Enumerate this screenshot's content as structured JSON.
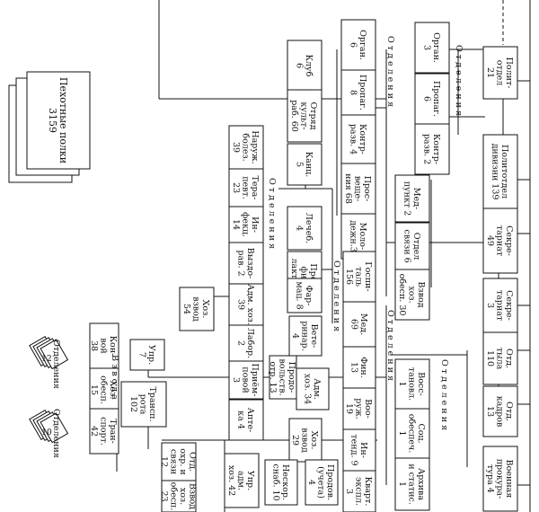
{
  "boxes": [
    {
      "id": "polit-otdel",
      "lines": [
        "Полит-",
        "отдел",
        "21"
      ]
    },
    {
      "id": "politotdel-divizii",
      "lines": [
        "Политотдел",
        "дивизии 139"
      ]
    },
    {
      "id": "sekretariat-49",
      "lines": [
        "Секре-",
        "тариат",
        "49"
      ]
    },
    {
      "id": "sekretariat-3",
      "lines": [
        "Секре-",
        "тариат",
        "3"
      ]
    },
    {
      "id": "otd-tyla",
      "lines": [
        "Отд.",
        "тыла",
        "110"
      ]
    },
    {
      "id": "otd-kadrov",
      "lines": [
        "Отд.",
        "кадров",
        "13"
      ]
    },
    {
      "id": "voennaya-prokuratura",
      "lines": [
        "Военная",
        "прокура-",
        "тура 4"
      ]
    },
    {
      "id": "organ-3",
      "lines": [
        "Орган.",
        "3"
      ]
    },
    {
      "id": "propag-6",
      "lines": [
        "Пропаг.",
        "6"
      ]
    },
    {
      "id": "kontrrazv-2",
      "lines": [
        "Контр-",
        "разв. 2"
      ]
    },
    {
      "id": "organ-6",
      "lines": [
        "Орган.",
        "6"
      ]
    },
    {
      "id": "propag-8",
      "lines": [
        "Пропаг.",
        "8"
      ]
    },
    {
      "id": "kontrrazv-4",
      "lines": [
        "Контр-",
        "разв. 4"
      ]
    },
    {
      "id": "prosvesch-68",
      "lines": [
        "Прос-",
        "веще-",
        "ния 68"
      ]
    },
    {
      "id": "molodezh-3",
      "lines": [
        "Моло-",
        "дежн.3"
      ]
    },
    {
      "id": "med-punkt-2",
      "lines": [
        "Мед-",
        "пункт 2"
      ]
    },
    {
      "id": "otdel-svyazi-6",
      "lines": [
        "Отдел",
        "связи 6"
      ]
    },
    {
      "id": "vzvod-hoz-30",
      "lines": [
        "Взвод",
        "хоз.",
        "обесп. 30"
      ]
    },
    {
      "id": "klub-6",
      "lines": [
        "Клуб",
        "6"
      ]
    },
    {
      "id": "otryad-kultrab",
      "lines": [
        "Отряд",
        "культ-",
        "раб. 60"
      ]
    },
    {
      "id": "kanc-5",
      "lines": [
        "Канц.",
        "5"
      ]
    },
    {
      "id": "gospital-156",
      "lines": [
        "Госпи-",
        "таль",
        "156"
      ]
    },
    {
      "id": "med-69",
      "lines": [
        "Мед.",
        "69"
      ]
    },
    {
      "id": "fin-13",
      "lines": [
        "Фин.",
        "13"
      ]
    },
    {
      "id": "vooruzh-19",
      "lines": [
        "Воо-",
        "руж.",
        "19"
      ]
    },
    {
      "id": "inzh-9",
      "lines": [
        "Ин-",
        "тенд. 9"
      ]
    },
    {
      "id": "transport-4",
      "lines": [
        "Тран-",
        "спорт.",
        "4"
      ]
    },
    {
      "id": "kvart-3",
      "lines": [
        "Кварт.",
        "экспл.",
        "3"
      ]
    },
    {
      "id": "vet-1",
      "lines": [
        "Вете-",
        "ринар.",
        "4"
      ]
    },
    {
      "id": "prodovolst",
      "lines": [
        "Продо-",
        "вольств.",
        "отр. 13"
      ]
    },
    {
      "id": "adm-hoz-34",
      "lines": [
        "Адм.",
        "хоз. 34"
      ]
    },
    {
      "id": "hoz-vzvod-29",
      "lines": [
        "Хоз.",
        "взвод",
        "29"
      ]
    },
    {
      "id": "lechebn-4",
      "lines": [
        "Лечеб.",
        "4"
      ]
    },
    {
      "id": "profilakt-5",
      "lines": [
        "Про-",
        "фи-",
        "лакт. 5"
      ]
    },
    {
      "id": "farmac-8",
      "lines": [
        "Фар-",
        "мац. 8"
      ]
    },
    {
      "id": "narkt-39",
      "lines": [
        "Наруж.",
        "болез.",
        "39"
      ]
    },
    {
      "id": "terapevt-23",
      "lines": [
        "Тера-",
        "певт.",
        "23"
      ]
    },
    {
      "id": "infekc-14",
      "lines": [
        "Ин-",
        "фекц.",
        "14"
      ]
    },
    {
      "id": "vyzdor-2",
      "lines": [
        "Выздо-",
        "рав. 2"
      ]
    },
    {
      "id": "adm-hoz-39",
      "lines": [
        "Адм. хоз.",
        "39"
      ]
    },
    {
      "id": "labor-2",
      "lines": [
        "Лабор.",
        "2"
      ]
    },
    {
      "id": "priemn-3",
      "lines": [
        "Приём-",
        "повой",
        "3"
      ]
    },
    {
      "id": "apteka-4",
      "lines": [
        "Апте-",
        "ка 4"
      ]
    },
    {
      "id": "hoz-vzvod-54",
      "lines": [
        "Хоз.",
        "взвод",
        "54"
      ]
    },
    {
      "id": "upr-7",
      "lines": [
        "Упр.",
        "7"
      ]
    },
    {
      "id": "transp-rota",
      "lines": [
        "Трансп.",
        "рота",
        "102"
      ]
    },
    {
      "id": "konnyi-38",
      "lines": [
        "Кон-",
        "вой",
        "38"
      ]
    },
    {
      "id": "hoz-obesp-15",
      "lines": [
        "Хоз.",
        "обесп.",
        "15"
      ]
    },
    {
      "id": "transp-42",
      "lines": [
        "Тран-",
        "спорт.",
        "42"
      ]
    },
    {
      "id": "vosst",
      "lines": [
        "Восс-",
        "тановл.",
        "1"
      ]
    },
    {
      "id": "soc-obesp",
      "lines": [
        "Соц.",
        "обеспеч.",
        "1"
      ]
    },
    {
      "id": "arhiva",
      "lines": [
        "Архива",
        "и статис.",
        "1"
      ]
    },
    {
      "id": "prodovol-4",
      "lines": [
        "Продов.",
        "(учета)",
        "4"
      ]
    },
    {
      "id": "neskor-10",
      "lines": [
        "Нескор.",
        "снаб. 10"
      ]
    },
    {
      "id": "upr-adm-42",
      "lines": [
        "Упр.",
        "адм.",
        "хоз. 42"
      ]
    },
    {
      "id": "otd-ohr-12",
      "lines": [
        "Отд.",
        "охр. и",
        "связи",
        "12"
      ]
    },
    {
      "id": "vzvod-hoz-23",
      "lines": [
        "Взвод",
        "хоз.",
        "обесп.",
        "23"
      ]
    },
    {
      "id": "pehotnye-polki",
      "lines": [
        "Пехотные полки",
        "3159"
      ]
    }
  ],
  "labels": [
    {
      "id": "otdeleniya-1",
      "text": "О т д е л е н и я"
    },
    {
      "id": "otdeleniya-2",
      "text": "О т д е л е н и я"
    },
    {
      "id": "otdeleniya-3",
      "text": "О т д е л е н и я"
    },
    {
      "id": "otdeleniya-4",
      "text": "О т д е л е н и я"
    },
    {
      "id": "otdeleniya-5",
      "text": "О т д е л е н и я"
    },
    {
      "id": "vzvoda",
      "text": "В з в о д а"
    },
    {
      "id": "otdeleniya-6",
      "text": "Отделения"
    },
    {
      "id": "otdeleniya-7",
      "text": "Отделения"
    },
    {
      "id": "otdeleniya-8",
      "text": "О т д е л е н и я"
    },
    {
      "id": "stack-1-num",
      "text": "12"
    },
    {
      "id": "stack-2-num",
      "text": "10"
    }
  ]
}
